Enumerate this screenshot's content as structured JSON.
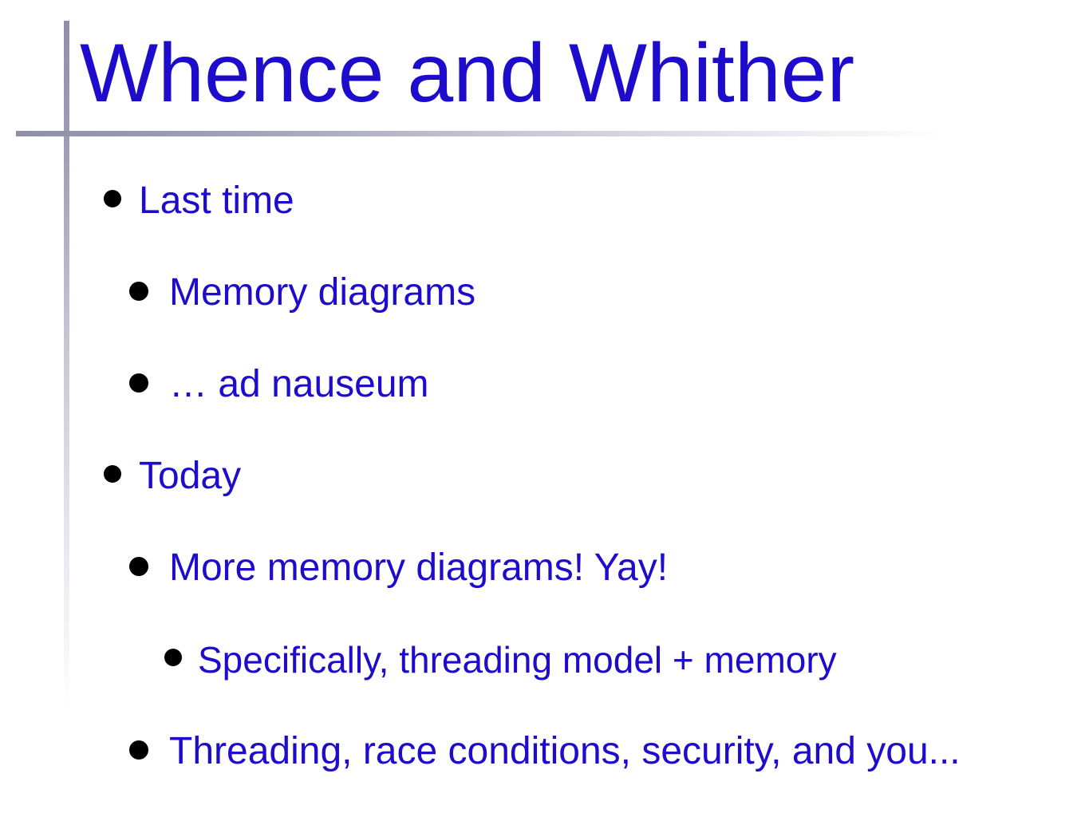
{
  "slide": {
    "title": "Whence and Whither",
    "bullets": [
      {
        "level": 1,
        "text": "Last time"
      },
      {
        "level": 2,
        "text": "Memory diagrams"
      },
      {
        "level": 2,
        "text": "… ad nauseum"
      },
      {
        "level": 1,
        "text": "Today"
      },
      {
        "level": 2,
        "text": "More memory diagrams!  Yay!"
      },
      {
        "level": 3,
        "text": "Specifically, threading model + memory"
      },
      {
        "level": 2,
        "text": "Threading, race conditions, security, and you..."
      }
    ]
  },
  "colors": {
    "text": "#1d0ccc",
    "bullet": "#000000",
    "rule": "#8f8fa8",
    "background": "#ffffff"
  }
}
